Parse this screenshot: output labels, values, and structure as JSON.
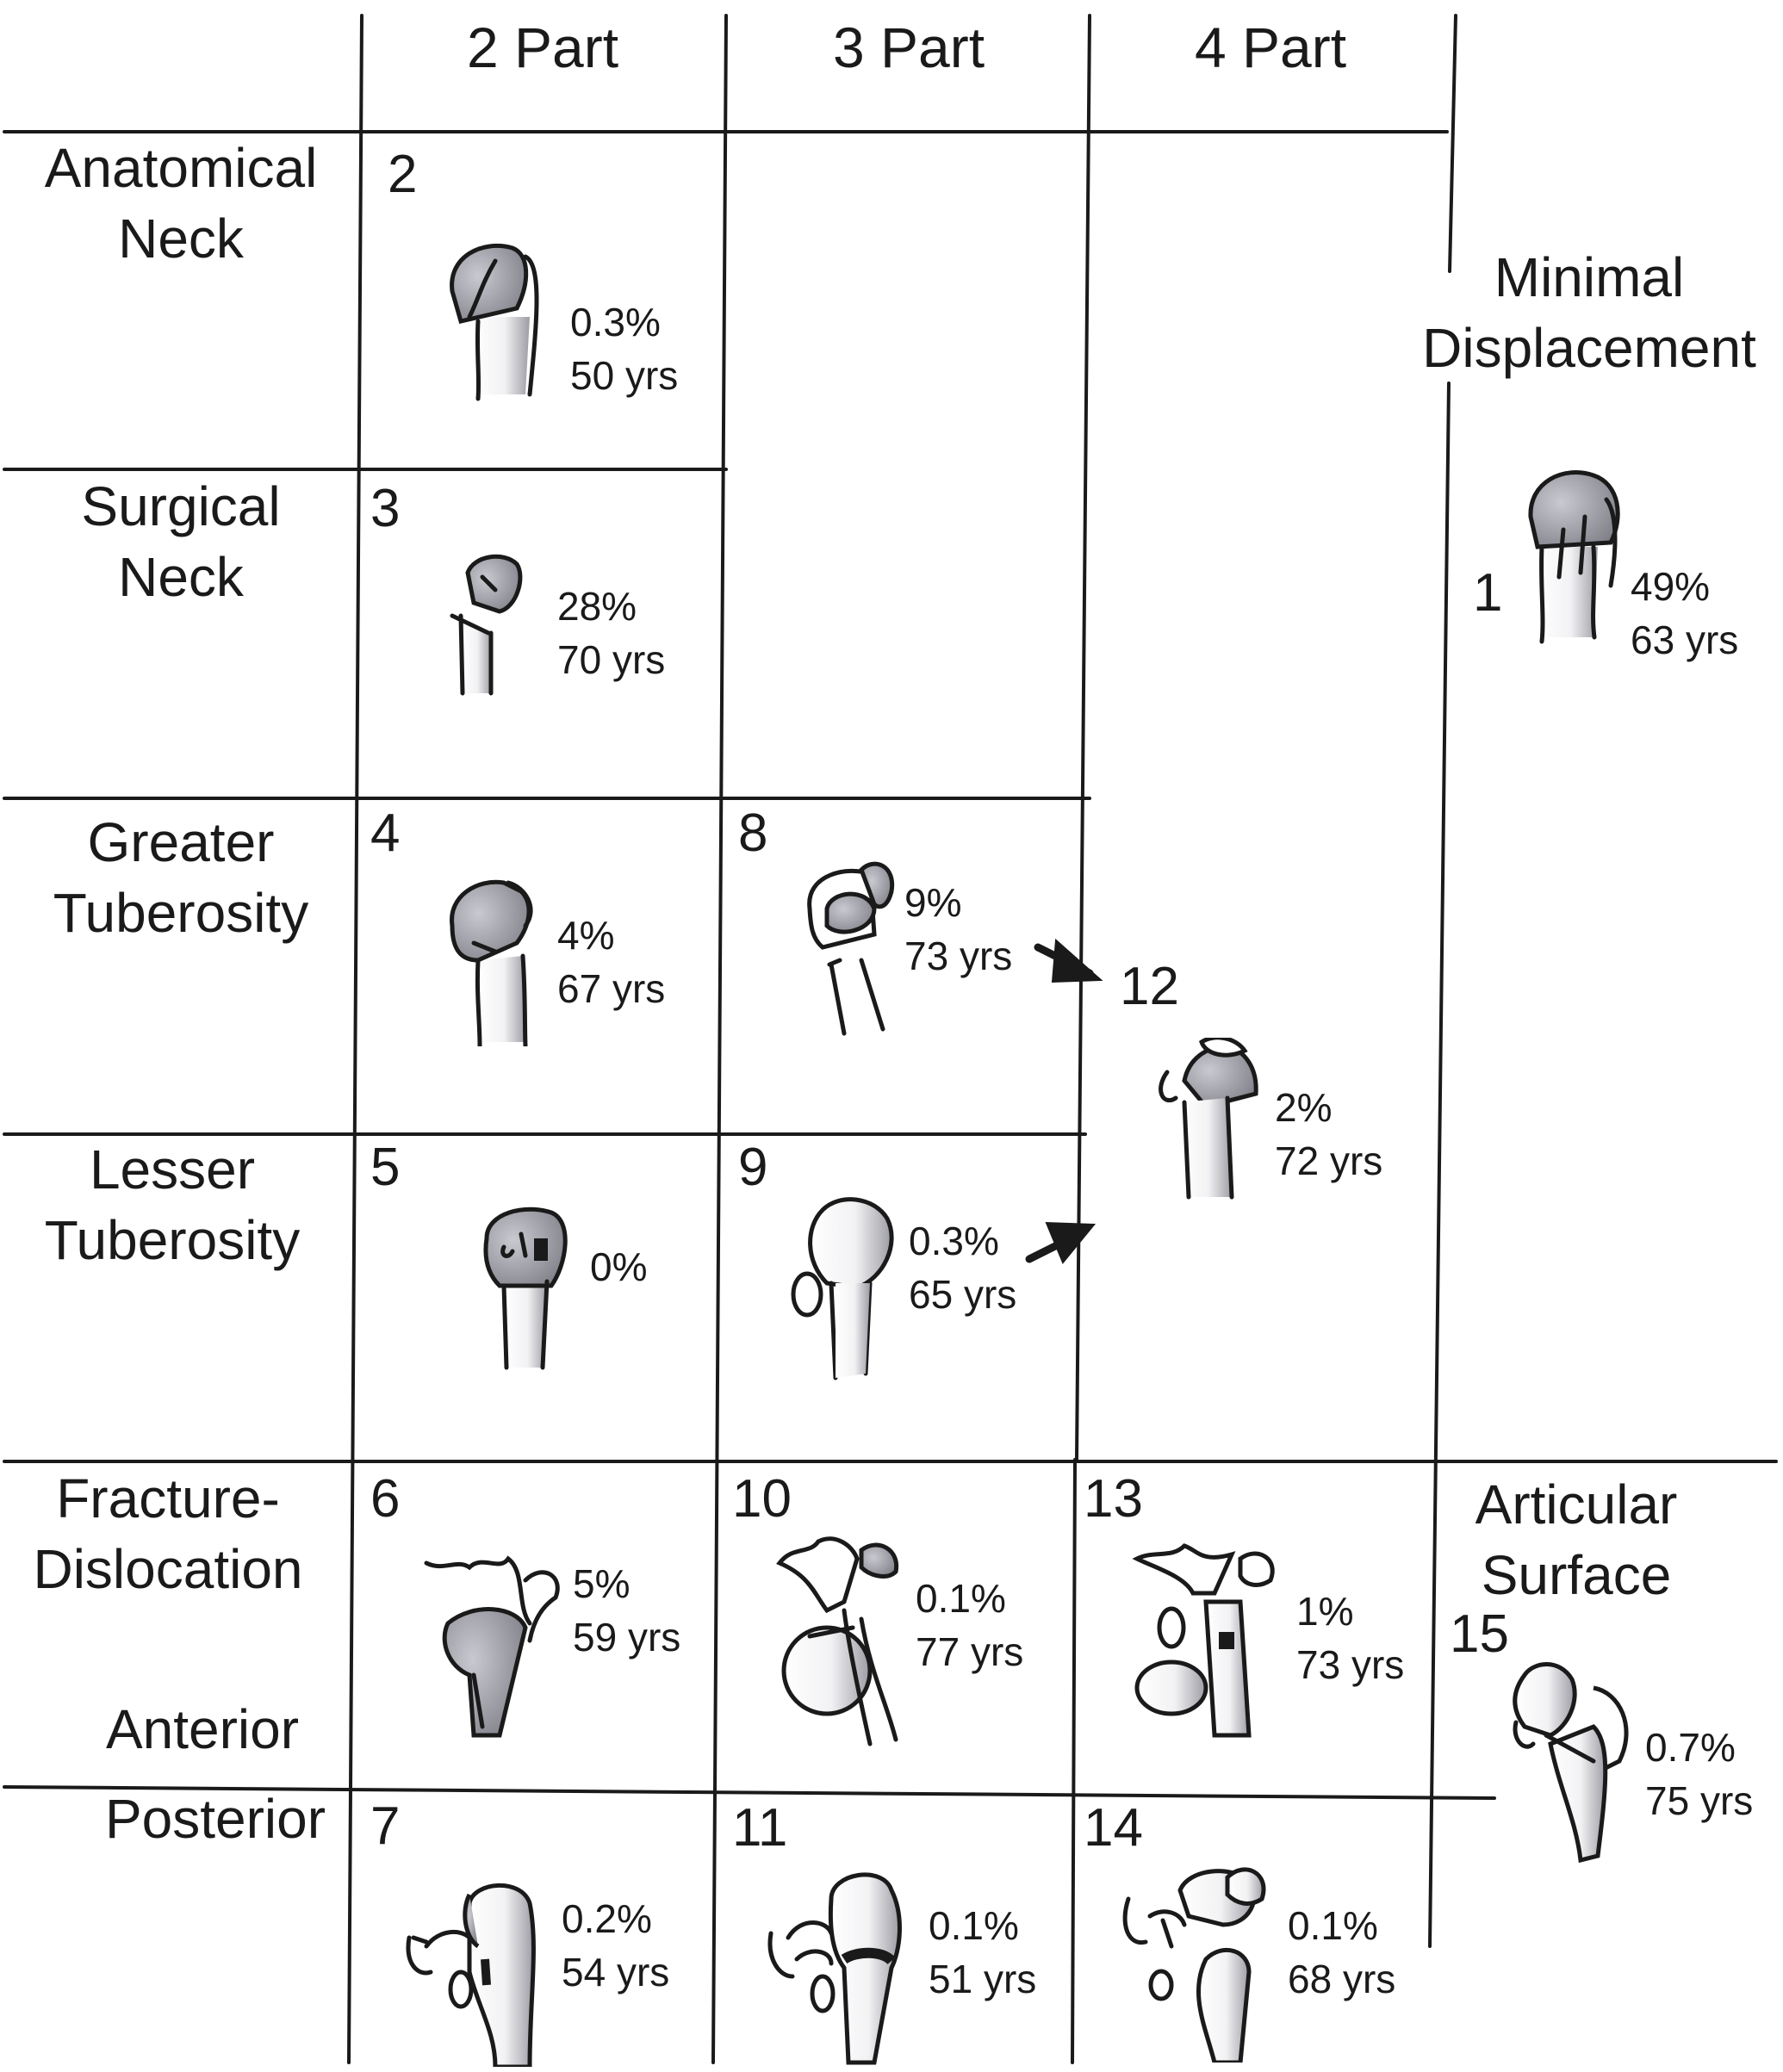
{
  "columns": [
    "2 Part",
    "3 Part",
    "4 Part"
  ],
  "rows": {
    "anatomical_neck": "Anatomical\nNeck",
    "surgical_neck": "Surgical\nNeck",
    "greater_tuberosity": "Greater\nTuberosity",
    "lesser_tuberosity": "Lesser\nTuberosity",
    "fracture_dislocation": "Fracture-\nDislocation",
    "anterior": "Anterior",
    "posterior": "Posterior"
  },
  "side_labels": {
    "minimal_displacement": "Minimal\nDisplacement",
    "articular_surface": "Articular\nSurface"
  },
  "cells": {
    "c1": {
      "num": "1",
      "pct": "49%",
      "age": "63 yrs"
    },
    "c2": {
      "num": "2",
      "pct": "0.3%",
      "age": "50 yrs"
    },
    "c3": {
      "num": "3",
      "pct": "28%",
      "age": "70 yrs"
    },
    "c4": {
      "num": "4",
      "pct": "4%",
      "age": "67 yrs"
    },
    "c5": {
      "num": "5",
      "pct": "0%"
    },
    "c6": {
      "num": "6",
      "pct": "5%",
      "age": "59 yrs"
    },
    "c7": {
      "num": "7",
      "pct": "0.2%",
      "age": "54 yrs"
    },
    "c8": {
      "num": "8",
      "pct": "9%",
      "age": "73 yrs"
    },
    "c9": {
      "num": "9",
      "pct": "0.3%",
      "age": "65 yrs"
    },
    "c10": {
      "num": "10",
      "pct": "0.1%",
      "age": "77 yrs"
    },
    "c11": {
      "num": "11",
      "pct": "0.1%",
      "age": "51 yrs"
    },
    "c12": {
      "num": "12",
      "pct": "2%",
      "age": "72 yrs"
    },
    "c13": {
      "num": "13",
      "pct": "1%",
      "age": "73 yrs"
    },
    "c14": {
      "num": "14",
      "pct": "0.1%",
      "age": "68 yrs"
    },
    "c15": {
      "num": "15",
      "pct": "0.7%",
      "age": "75 yrs"
    }
  },
  "colors": {
    "line": "#1a1a1a",
    "bone_light": "#ffffff",
    "bone_dark": "#8c8c94",
    "text": "#1a1a1a"
  }
}
